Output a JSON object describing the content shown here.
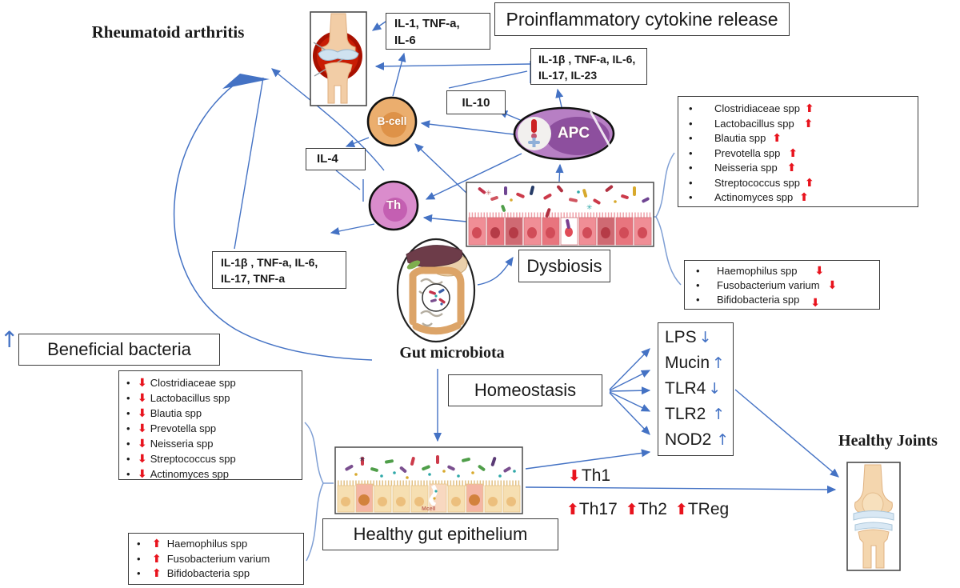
{
  "titles": {
    "rheumatoid_arthritis": "Rheumatoid arthritis",
    "gut_microbiota": "Gut microbiota",
    "healthy_joints": "Healthy Joints"
  },
  "boxes": {
    "il1_tnf_il6": {
      "line1": "IL-1, TNF-a,",
      "line2": "IL-6"
    },
    "proinflammatory": "Proinflammatory cytokine release",
    "il1b_il23": {
      "line1": "IL-1β , TNF-a, IL-6,",
      "line2": "IL-17, IL-23"
    },
    "il10": "IL-10",
    "il4": "IL-4",
    "il1b_tnfa": {
      "line1": "IL-1β , TNF-a, IL-6,",
      "line2": "IL-17, TNF-a"
    },
    "dysbiosis": "Dysbiosis",
    "homeostasis": "Homeostasis",
    "beneficial_bacteria": "Beneficial bacteria",
    "healthy_gut_epithelium": "Healthy gut epithelium"
  },
  "cells": {
    "bcell": "B-cell",
    "th": "Th",
    "apc": "APC"
  },
  "lists": {
    "dysbiosis_increased": {
      "items": [
        "Clostridiaceae spp",
        "Lactobacillus spp",
        "Blautia spp",
        "Prevotella spp",
        "Neisseria spp",
        "Streptococcus spp",
        "Actinomyces spp"
      ]
    },
    "dysbiosis_decreased": {
      "items": [
        "Haemophilus spp",
        "Fusobacterium varium",
        "Bifidobacteria spp"
      ]
    },
    "homeostasis_decreased": {
      "items": [
        "Clostridiaceae spp",
        "Lactobacillus spp",
        "Blautia spp",
        "Prevotella spp",
        "Neisseria spp",
        "Streptococcus spp",
        "Actinomyces spp"
      ]
    },
    "homeostasis_increased": {
      "items": [
        "Haemophilus spp",
        "Fusobacterium varium",
        "Bifidobacteria spp"
      ]
    }
  },
  "receptors": {
    "items": [
      {
        "label": "LPS",
        "arrow": "↓"
      },
      {
        "label": "Mucin",
        "arrow": "↑"
      },
      {
        "label": "TLR4",
        "arrow": "↓"
      },
      {
        "label": "TLR2",
        "arrow": "↑"
      },
      {
        "label": "NOD2",
        "arrow": "↑"
      }
    ]
  },
  "tcells": {
    "down_label": "Th1",
    "up_labels": [
      "Th17",
      "Th2",
      "TReg"
    ]
  },
  "epithelium": {
    "mcell_label": "Mcell"
  },
  "icons": {
    "up_arrow": "⬆",
    "down_arrow": "⬇",
    "up_thin": "↑",
    "down_thin": "↓"
  },
  "colors": {
    "arrow_blue": "#4472c4",
    "red_arrow": "#e8131d"
  }
}
